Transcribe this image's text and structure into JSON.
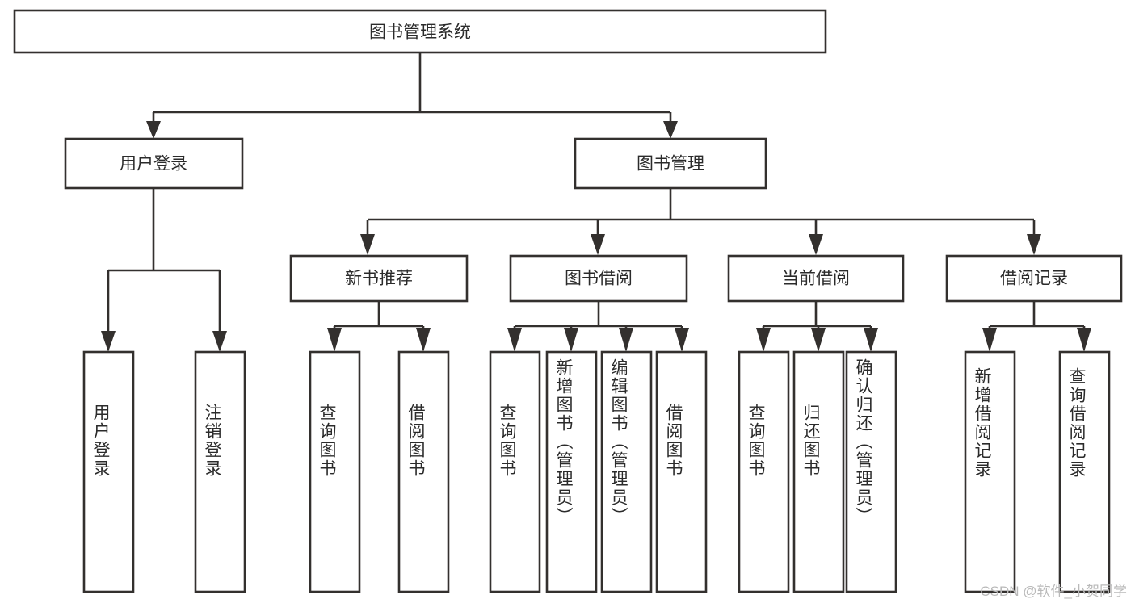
{
  "diagram": {
    "type": "tree-hierarchy",
    "title": "图书管理系统",
    "root": {
      "label": "图书管理系统"
    },
    "level2": [
      {
        "label": "用户登录"
      },
      {
        "label": "图书管理"
      }
    ],
    "level3": [
      {
        "label": "新书推荐"
      },
      {
        "label": "图书借阅"
      },
      {
        "label": "当前借阅"
      },
      {
        "label": "借阅记录"
      }
    ],
    "leaves": {
      "user_login": [
        {
          "label": "用户登录"
        },
        {
          "label": "注销登录"
        }
      ],
      "new_book_recommend": [
        {
          "label": "查询图书"
        },
        {
          "label": "借阅图书"
        }
      ],
      "book_borrow": [
        {
          "label": "查询图书"
        },
        {
          "label": "新增图书（管理员）"
        },
        {
          "label": "编辑图书（管理员）"
        },
        {
          "label": "借阅图书"
        }
      ],
      "current_borrow": [
        {
          "label": "查询图书"
        },
        {
          "label": "归还图书"
        },
        {
          "label": "确认归还（管理员）"
        }
      ],
      "borrow_record": [
        {
          "label": "新增借阅记录"
        },
        {
          "label": "查询借阅记录"
        }
      ]
    }
  },
  "watermark": {
    "text": "CSDN @软件_小贺同学"
  },
  "colors": {
    "stroke": "#33302e",
    "box_fill": "#ffffff",
    "text": "#2b2b2b",
    "watermark": "#b9b9b9",
    "background": "#ffffff"
  }
}
